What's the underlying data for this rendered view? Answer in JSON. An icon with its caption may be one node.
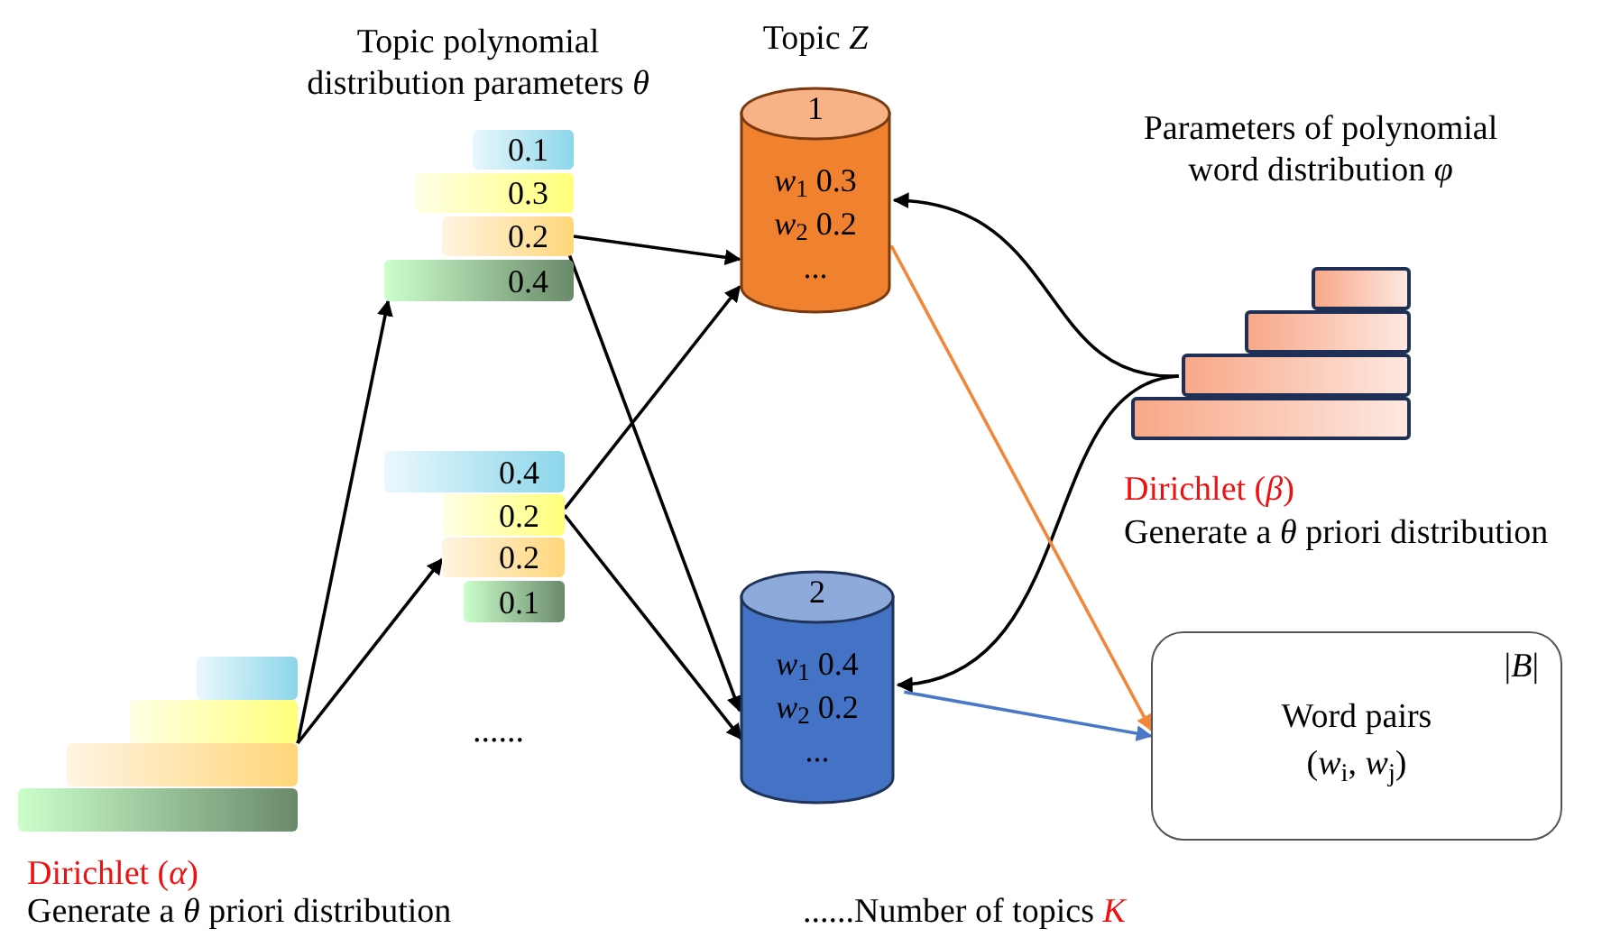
{
  "diagram": {
    "nodes": [
      {
        "text": [
          "0.1"
        ]
      },
      {
        "text": [
          "0.3"
        ]
      },
      {
        "text": [
          "0.2"
        ]
      },
      {
        "text": [
          "0.4"
        ]
      },
      {
        "text": [
          "0.4"
        ]
      },
      {
        "text": [
          "0.2"
        ]
      },
      {
        "text": [
          "0.2"
        ]
      },
      {
        "text": [
          "0.1"
        ]
      },
      {
        "text": [],
        "shape": "bar",
        "beside": [
          "Dirichlet (*α*)",
          "Generate a *θ* priori distribution"
        ]
      },
      {
        "text": [
          "1",
          "*w*$_{1}$ 0.3",
          "*w*$_{2}$ 0.2",
          "..."
        ]
      },
      {
        "text": [
          "2",
          "*w*$_{1}$ 0.4",
          "*w*$_{2}$ 0.2",
          "..."
        ]
      },
      {
        "text": [],
        "shape": "bar",
        "beside": [
          "Parameters of polynomial word distribution *φ*",
          "Dirichlet (*β*)",
          "Generate a *θ* priori distribution"
        ]
      },
      {
        "text": [
          "|*B*|",
          "Word pairs",
          "(*w*$_{i}$, *w*$_{j}$)"
        ]
      }
    ],
    "edges": [
      {
        "from": 8,
        "to": 3,
        "arrow": "to"
      },
      {
        "from": 8,
        "to": 6,
        "arrow": "to"
      },
      {
        "from": 2,
        "to": 9,
        "arrow": "to"
      },
      {
        "from": 2,
        "to": 10,
        "arrow": "to"
      },
      {
        "from": 5,
        "to": 9,
        "arrow": "to"
      },
      {
        "from": 5,
        "to": 10,
        "arrow": "to"
      },
      {
        "from": 11,
        "to": 9,
        "arrow": "to"
      },
      {
        "from": 11,
        "to": 10,
        "arrow": "to"
      },
      {
        "from": 9,
        "to": 12,
        "arrow": "to",
        "color": "#f0873a"
      },
      {
        "from": 10,
        "to": 12,
        "arrow": "to",
        "color": "#4a78c8"
      }
    ],
    "labels": [
      "Topic polynomial distribution parameters *θ*",
      "Topic *Z*",
      "......",
      "......Number of topics *K*"
    ]
  }
}
